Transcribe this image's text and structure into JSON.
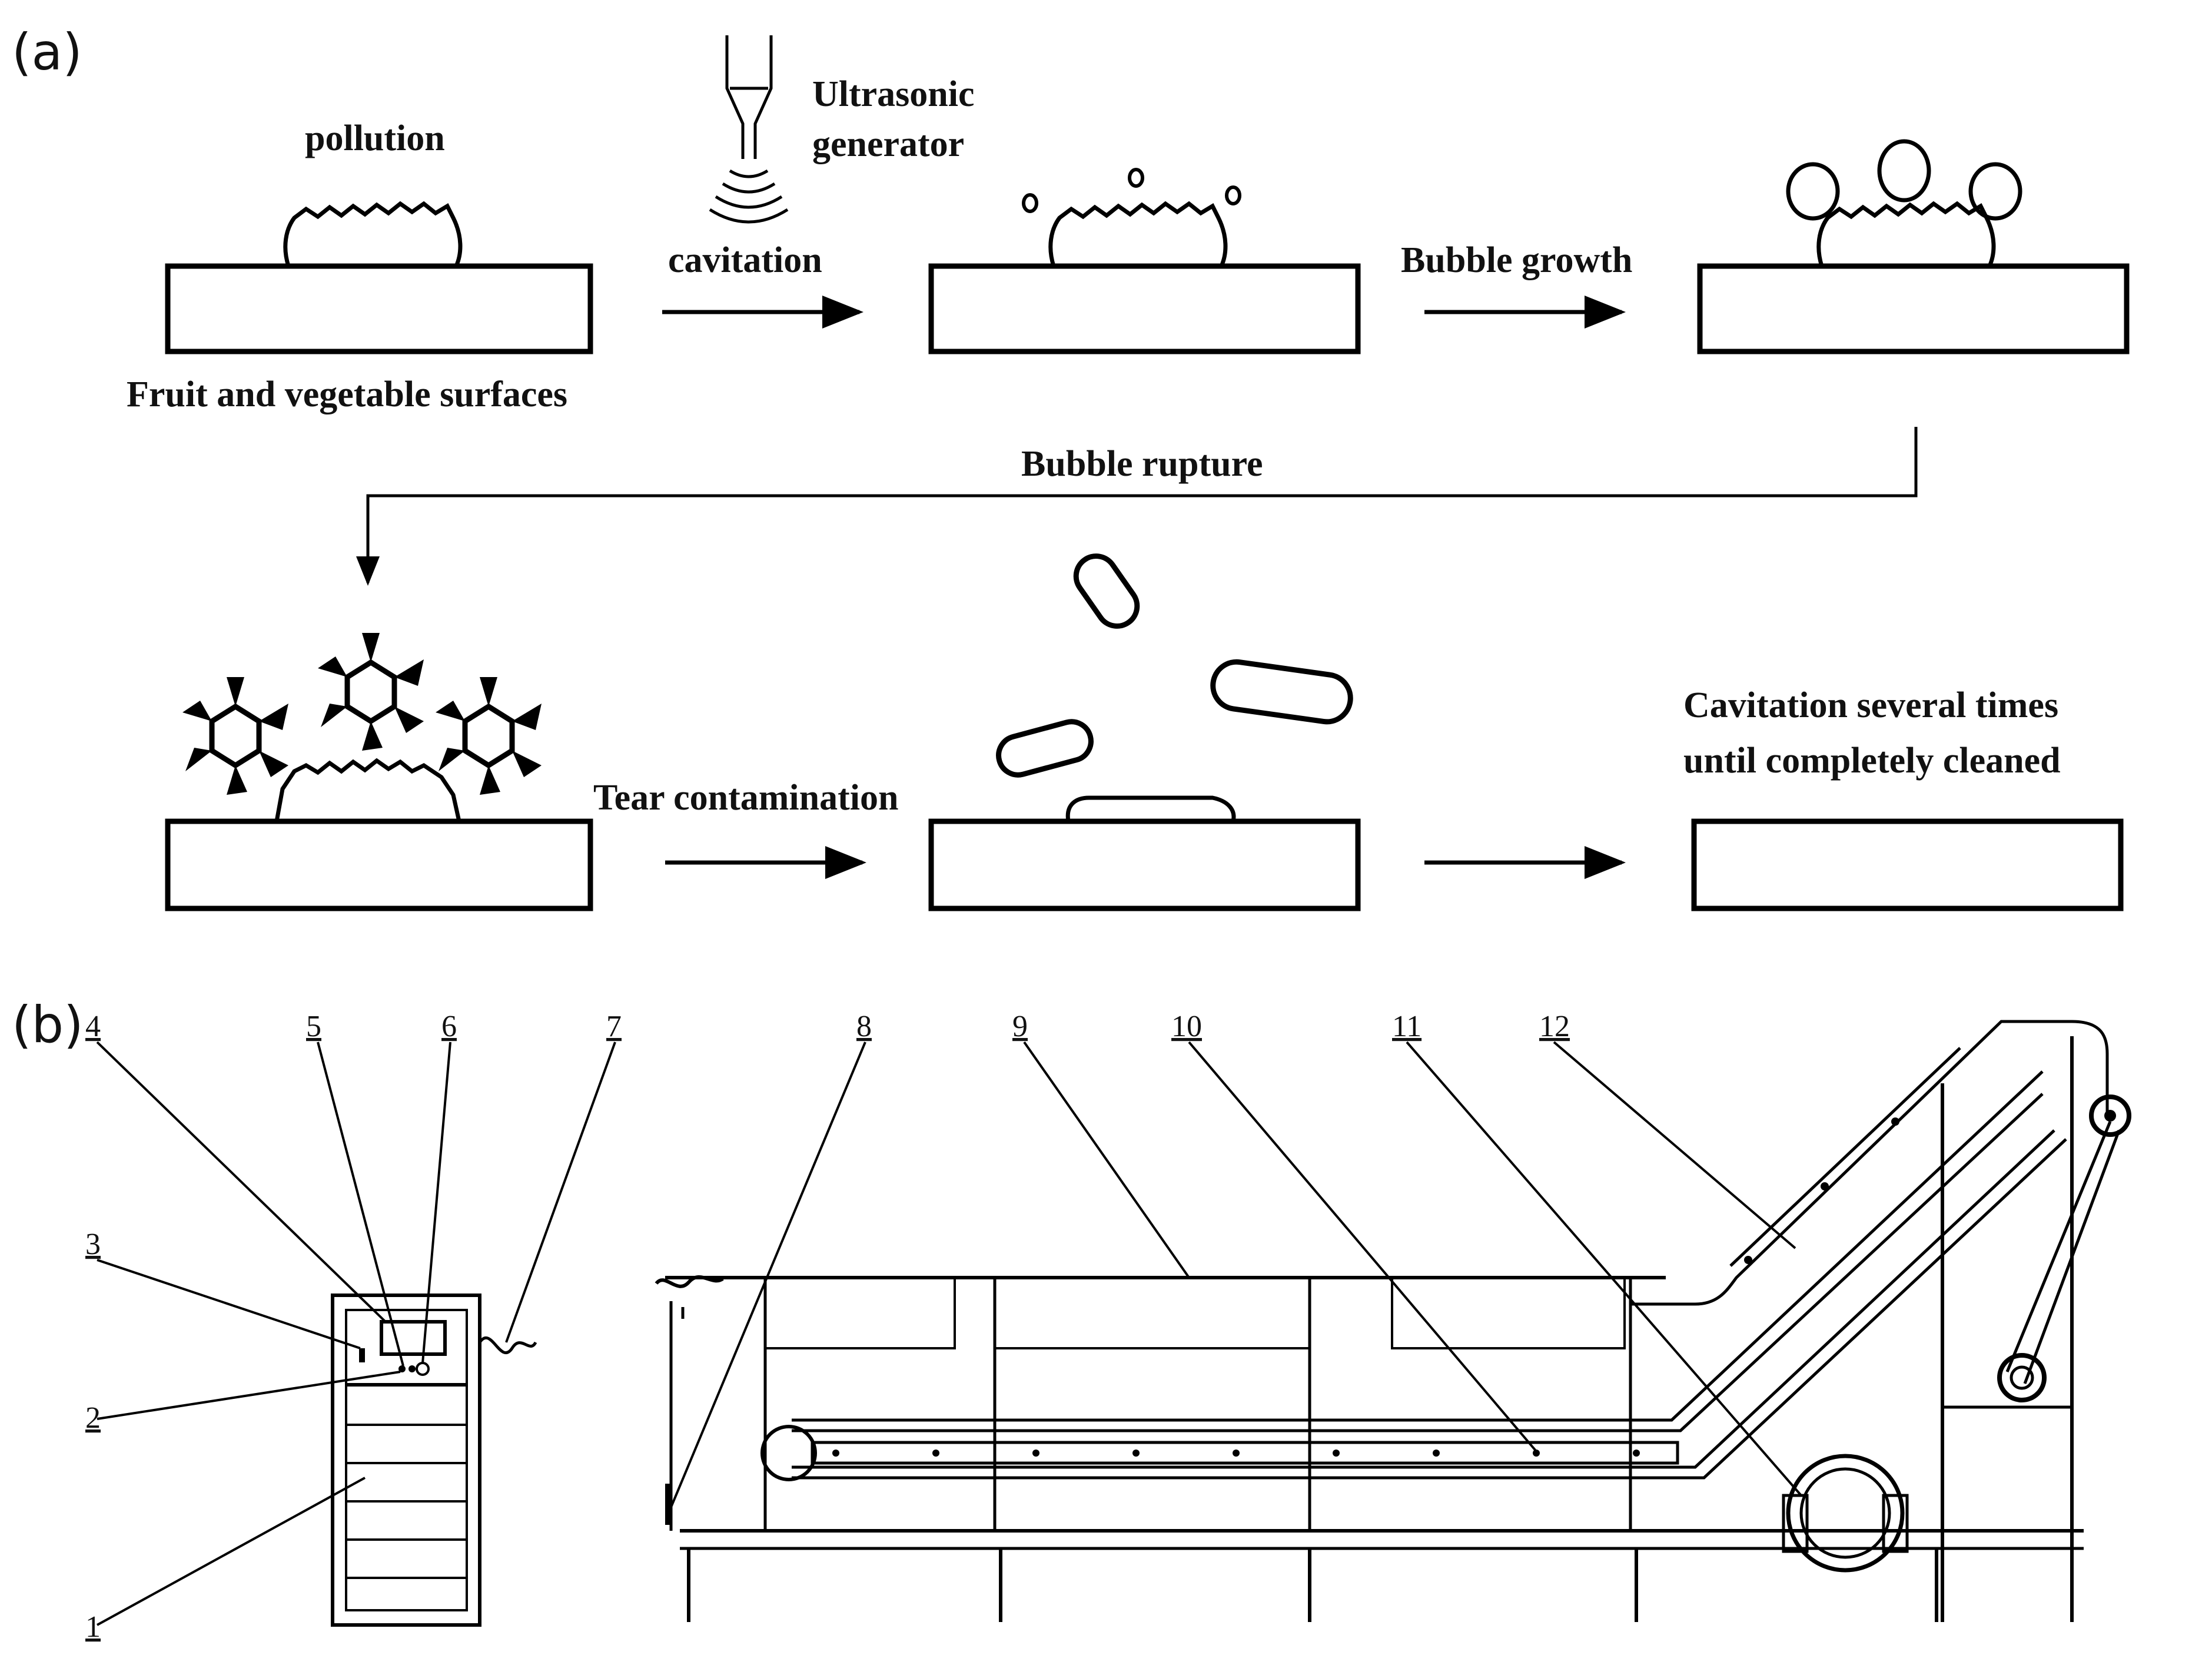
{
  "panel_a": {
    "label": "(a)",
    "pollution": "pollution",
    "surface": "Fruit and vegetable surfaces",
    "generator_line1": "Ultrasonic",
    "generator_line2": "generator",
    "cavitation": "cavitation",
    "bubble_growth": "Bubble growth",
    "bubble_rupture": "Bubble rupture",
    "tear": "Tear contamination",
    "final_line1": "Cavitation several times",
    "final_line2": "until completely cleaned"
  },
  "panel_b": {
    "label": "(b)",
    "parts": [
      "1",
      "2",
      "3",
      "4",
      "5",
      "6",
      "7",
      "8",
      "9",
      "10",
      "11",
      "12"
    ]
  }
}
